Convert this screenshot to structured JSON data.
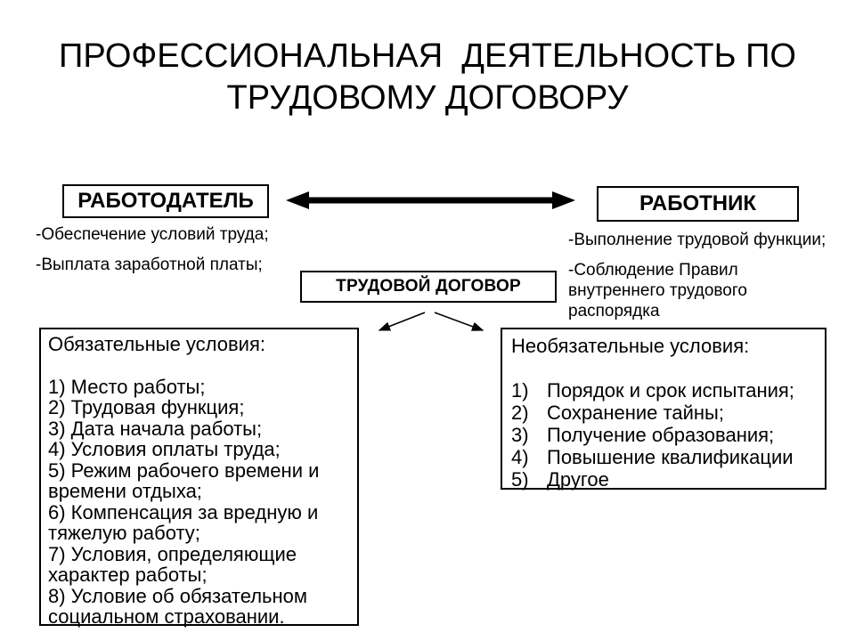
{
  "title": {
    "line1": "ПРОФЕССИОНАЛЬНАЯ  ДЕЯТЕЛЬНОСТЬ ПО",
    "line2": "ТРУДОВОМУ ДОГОВОРУ"
  },
  "employer": {
    "label": "РАБОТОДАТЕЛЬ",
    "duties": [
      "-Обеспечение условий труда;",
      "-Выплата заработной платы;"
    ]
  },
  "worker": {
    "label": "РАБОТНИК",
    "duties": [
      "-Выполнение трудовой функции;",
      "-Соблюдение Правил\nвнутреннего трудового\nраспорядка"
    ]
  },
  "contract": {
    "label": "ТРУДОВОЙ ДОГОВОР"
  },
  "mandatory": {
    "heading": "Обязательные условия:",
    "items": [
      "1) Место работы;",
      "2) Трудовая функция;",
      "3) Дата начала работы;",
      "4) Условия оплаты труда;",
      "5) Режим рабочего времени и\nвремени отдыха;",
      "6) Компенсация за вредную и\nтяжелую работу;",
      "7) Условия, определяющие\nхарактер работы;",
      "8) Условие об обязательном\nсоциальном страховании."
    ]
  },
  "optional": {
    "heading": "Необязательные условия:",
    "items": [
      {
        "n": "1)",
        "t": "Порядок и срок испытания;"
      },
      {
        "n": "2)",
        "t": "Сохранение тайны;"
      },
      {
        "n": "3)",
        "t": "Получение образования;"
      },
      {
        "n": "4)",
        "t": "Повышение квалификации"
      },
      {
        "n": "5)",
        "t": "Другое"
      }
    ]
  },
  "colors": {
    "background": "#ffffff",
    "text": "#000000",
    "border": "#000000"
  }
}
